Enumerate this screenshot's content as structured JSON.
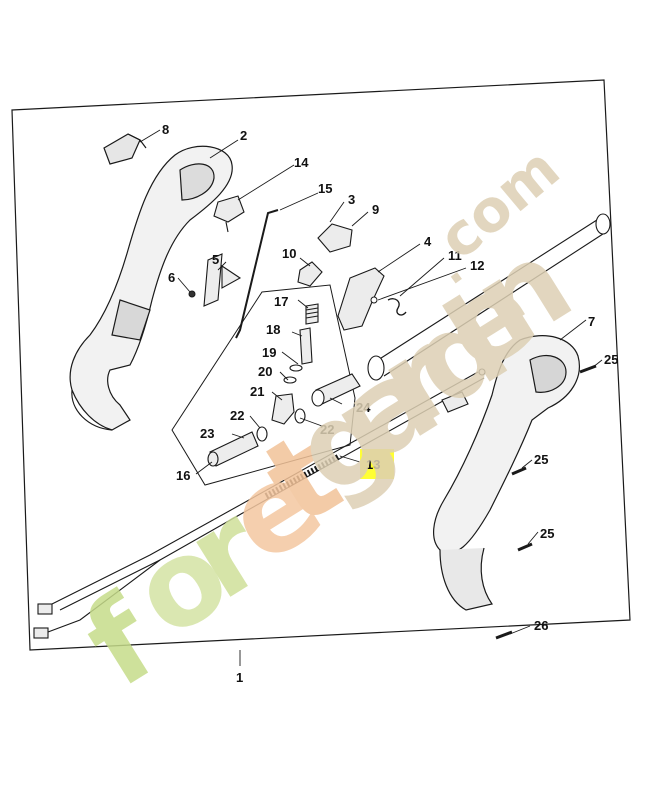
{
  "diagram": {
    "watermark": {
      "letters": [
        "f",
        "o",
        "r",
        "e",
        "t",
        "g",
        "a",
        "r",
        "d",
        "e",
        "n",
        ".",
        "c",
        "o",
        "m"
      ]
    },
    "highlighted_part": "13",
    "colors": {
      "line": "#1a1a1a",
      "highlight": "#ffff33",
      "wm_f": "#c6dc8a",
      "wm_o": "#d4e3a4",
      "wm_r": "#cfe09a",
      "wm_e": "#f4c7a0",
      "wm_t": "#f2c298",
      "wm_rest": "#ddd0b4"
    },
    "callouts": [
      "8",
      "2",
      "14",
      "15",
      "3",
      "9",
      "5",
      "10",
      "4",
      "11",
      "12",
      "6",
      "17",
      "18",
      "19",
      "20",
      "21",
      "22",
      "23",
      "24",
      "16",
      "13",
      "7",
      "25",
      "26",
      "1"
    ],
    "parts": {
      "p1": "1",
      "p2": "2",
      "p3": "3",
      "p4": "4",
      "p5": "5",
      "p6": "6",
      "p7": "7",
      "p8": "8",
      "p9": "9",
      "p10": "10",
      "p11": "11",
      "p12": "12",
      "p13": "13",
      "p14": "14",
      "p15": "15",
      "p16": "16",
      "p17": "17",
      "p18": "18",
      "p19": "19",
      "p20": "20",
      "p21": "21",
      "p22a": "22",
      "p22b": "22",
      "p23": "23",
      "p24": "24",
      "p25a": "25",
      "p25b": "25",
      "p25c": "25",
      "p26": "26"
    }
  }
}
